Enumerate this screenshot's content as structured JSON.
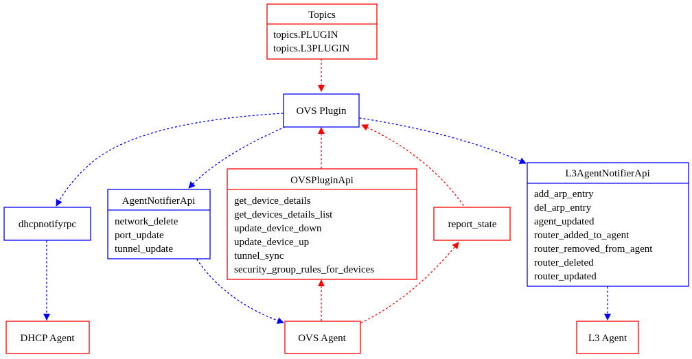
{
  "nodes": {
    "topics": {
      "title": "Topics",
      "items": [
        "topics.PLUGIN",
        "topics.L3PLUGIN"
      ],
      "color": "#ff0000"
    },
    "ovs_plugin": {
      "title": "OVS Plugin",
      "color": "#0000ff"
    },
    "agent_notifier_api": {
      "title": "AgentNotifierApi",
      "items": [
        "network_delete",
        "port_update",
        "tunnel_update"
      ],
      "color": "#0000ff"
    },
    "ovs_plugin_api": {
      "title": "OVSPluginApi",
      "items": [
        "get_device_details",
        "get_devices_details_list",
        "update_device_down",
        "update_device_up",
        "tunnel_sync",
        "security_group_rules_for_devices"
      ],
      "color": "#ff0000"
    },
    "report_state": {
      "title": "report_state",
      "color": "#ff0000"
    },
    "l3_agent_notifier_api": {
      "title": "L3AgentNotifierApi",
      "items": [
        "add_arp_entry",
        "del_arp_entry",
        "agent_updated",
        "router_added_to_agent",
        "router_removed_from_agent",
        "router_deleted",
        "router_updated"
      ],
      "color": "#0000ff"
    },
    "dhcpnotifyrpc": {
      "title": "dhcpnotifyrpc",
      "color": "#0000ff"
    },
    "dhcp_agent": {
      "title": "DHCP Agent",
      "color": "#ff0000"
    },
    "ovs_agent": {
      "title": "OVS Agent",
      "color": "#ff0000"
    },
    "l3_agent": {
      "title": "L3 Agent",
      "color": "#ff0000"
    }
  },
  "edges": [
    {
      "from": "topics",
      "to": "ovs_plugin",
      "color": "#ff0000"
    },
    {
      "from": "ovs_plugin",
      "to": "dhcpnotifyrpc",
      "color": "#0000ff"
    },
    {
      "from": "ovs_plugin",
      "to": "agent_notifier_api",
      "color": "#0000ff"
    },
    {
      "from": "ovs_plugin",
      "to": "l3_agent_notifier_api",
      "color": "#0000ff"
    },
    {
      "from": "ovs_plugin_api",
      "to": "ovs_plugin",
      "color": "#ff0000"
    },
    {
      "from": "report_state",
      "to": "ovs_plugin",
      "color": "#ff0000"
    },
    {
      "from": "dhcpnotifyrpc",
      "to": "dhcp_agent",
      "color": "#0000ff"
    },
    {
      "from": "agent_notifier_api",
      "to": "ovs_agent",
      "color": "#0000ff"
    },
    {
      "from": "ovs_agent",
      "to": "ovs_plugin_api",
      "color": "#ff0000"
    },
    {
      "from": "ovs_agent",
      "to": "report_state",
      "color": "#ff0000"
    },
    {
      "from": "l3_agent_notifier_api",
      "to": "l3_agent",
      "color": "#0000ff"
    }
  ]
}
